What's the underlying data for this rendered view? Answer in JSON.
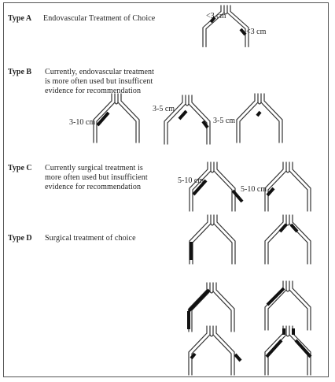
{
  "typeA": {
    "label": "Type A",
    "desc": "Endovascular Treatment of Choice",
    "measures": [
      "<3 cm",
      "<3 cm"
    ]
  },
  "typeB": {
    "label": "Type B",
    "desc": [
      "Currently, endovascular treatment",
      "is more often used but insufficent",
      "evidence for recommendation"
    ],
    "measures": [
      "3-10 cm",
      "3-5 cm",
      "3-5 cm"
    ]
  },
  "typeC": {
    "label": "Type C",
    "desc": [
      "Currently surgical treatment is",
      "more often used but insufficient",
      "evidence for recommendation"
    ],
    "measures": [
      "5-10 cm",
      "5-10 cm"
    ]
  },
  "typeD": {
    "label": "Type D",
    "desc": "Surgical treatment of choice"
  }
}
